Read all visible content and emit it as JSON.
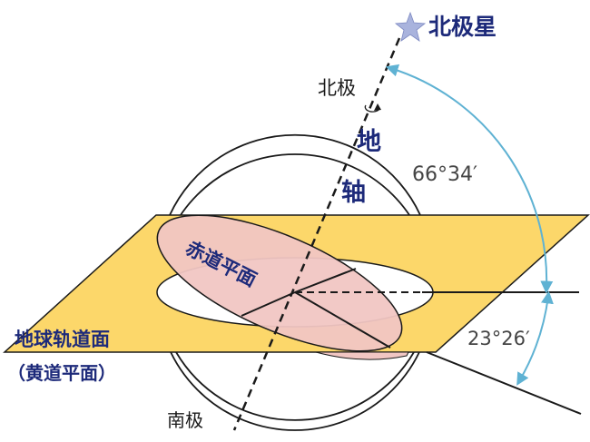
{
  "labels": {
    "pole_star": "北极星",
    "north_pole": "北极",
    "axis_char_1": "地",
    "axis_char_2": "轴",
    "angle_upper": "66°34′",
    "angle_lower": "23°26′",
    "equator_plane": "赤道平面",
    "orbit_plane": "地球轨道面",
    "ecliptic_plane": "（黄道平面）",
    "south_pole": "南极"
  },
  "colors": {
    "ecliptic_plane_fill": "#fcd76a",
    "ecliptic_plane_stroke": "#1a1a1a",
    "equator_plane_fill": "#f1c6c3",
    "arc_cyan": "#5fb2d3",
    "star": "#a9b3dd",
    "label_blue": "#1d2a7a"
  },
  "angles": {
    "axis_to_ecliptic_deg": 66.57,
    "axis_tilt_deg": 23.43
  }
}
